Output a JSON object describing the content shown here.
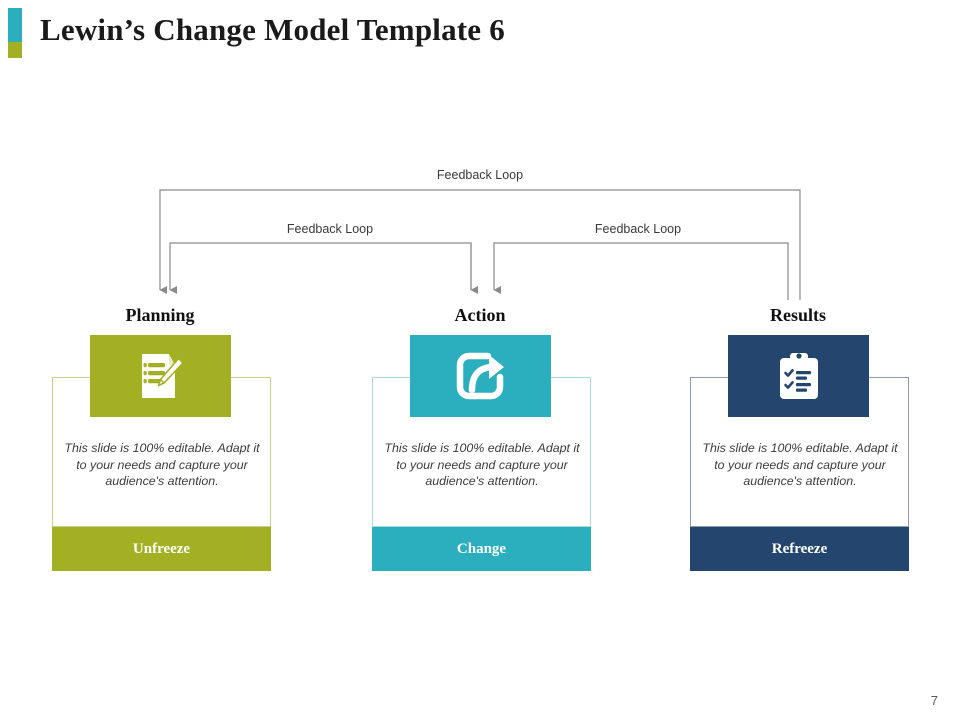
{
  "slide": {
    "title": "Lewin’s Change Model Template 6",
    "page_number": "7",
    "accent_top_color": "#2BAFBE",
    "accent_bottom_color": "#A3B023"
  },
  "diagram": {
    "loop_label_outer": "Feedback Loop",
    "loop_label_left": "Feedback Loop",
    "loop_label_right": "Feedback Loop",
    "line_color": "#808080"
  },
  "body_text": "This slide is 100% editable. Adapt it to your needs and capture your audience's attention.",
  "columns": [
    {
      "heading": "Planning",
      "footer_label": "Unfreeze",
      "icon": "document-pencil-icon",
      "color": "#A3B023",
      "outline_color": "#c9cf8a",
      "body": "This slide is 100% editable. Adapt it to your needs and capture your audience's attention."
    },
    {
      "heading": "Action",
      "footer_label": "Change",
      "icon": "share-arrow-icon",
      "color": "#2BAFBE",
      "outline_color": "#a8dbe2",
      "body": "This slide is 100% editable. Adapt it to your needs and capture your audience's attention."
    },
    {
      "heading": "Results",
      "footer_label": "Refreeze",
      "icon": "clipboard-checklist-icon",
      "color": "#24466E",
      "outline_color": "#8d9db3",
      "body": "This slide is 100% editable. Adapt it to your needs and capture your audience's attention."
    }
  ]
}
